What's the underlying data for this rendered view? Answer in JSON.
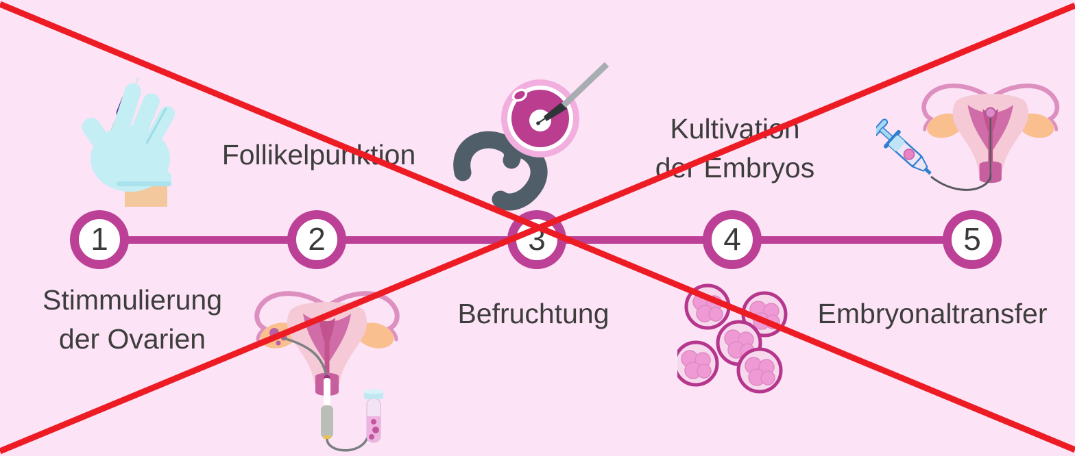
{
  "page": {
    "type": "ivf-process-infographic",
    "language": "de",
    "background_color": "#fce3f6",
    "crossed_out": true
  },
  "overlay": {
    "name": "red-cross-out",
    "color": "#ed1c24",
    "stroke_width": "9"
  },
  "timeline": {
    "line_color": "#bc4095",
    "circle_ring_color": "#bc4095",
    "circle_fill": "#ffffff",
    "number_color": "#3a3a3a",
    "label_color": "#3d3d3d"
  },
  "steps": [
    {
      "number": "1",
      "label": "Stimmulierung der Ovarien",
      "label_lines": [
        "Stimmulierung",
        "der Ovarien"
      ],
      "icon": "gloved-hand-syringe"
    },
    {
      "number": "2",
      "label": "Follikelpunktion",
      "label_lines": [
        "Follikelpunktion"
      ],
      "icon": "uterus-follicle-aspiration"
    },
    {
      "number": "3",
      "label": "Befruchtung",
      "label_lines": [
        "Befruchtung"
      ],
      "icon": "icsi-egg-needle"
    },
    {
      "number": "4",
      "label": "Kultivation der Embryos",
      "label_lines": [
        "Kultivation",
        "der Embryos"
      ],
      "icon": "embryo-cell-cluster"
    },
    {
      "number": "5",
      "label": "Embryonaltransfer",
      "label_lines": [
        "Embryonaltransfer"
      ],
      "icon": "uterus-embryo-transfer-syringe"
    }
  ],
  "icon_colors": {
    "glove_blue": "#c2eef4",
    "skin": "#f2c89c",
    "syringe_cap_purple": "#5b2e90",
    "uterus_body_pink": "#f5c9d6",
    "uterus_inner_pink": "#d06da8",
    "cervix_pink": "#c75f9e",
    "ovary_orange": "#f9bf8e",
    "tube_pink": "#dd8fc0",
    "egg_magenta": "#ba3d90",
    "egg_halo_pink": "#f2aede",
    "pipette_gray": "#4f5e68",
    "needle_gray": "#a8adb2",
    "embryo_fill": "#f7d9ee",
    "embryo_stroke": "#b5368c",
    "embryo_cell": "#ef9ad4",
    "transfer_syringe_blue": "#2f7fd0",
    "transfer_syringe_light": "#a8d8f2"
  }
}
